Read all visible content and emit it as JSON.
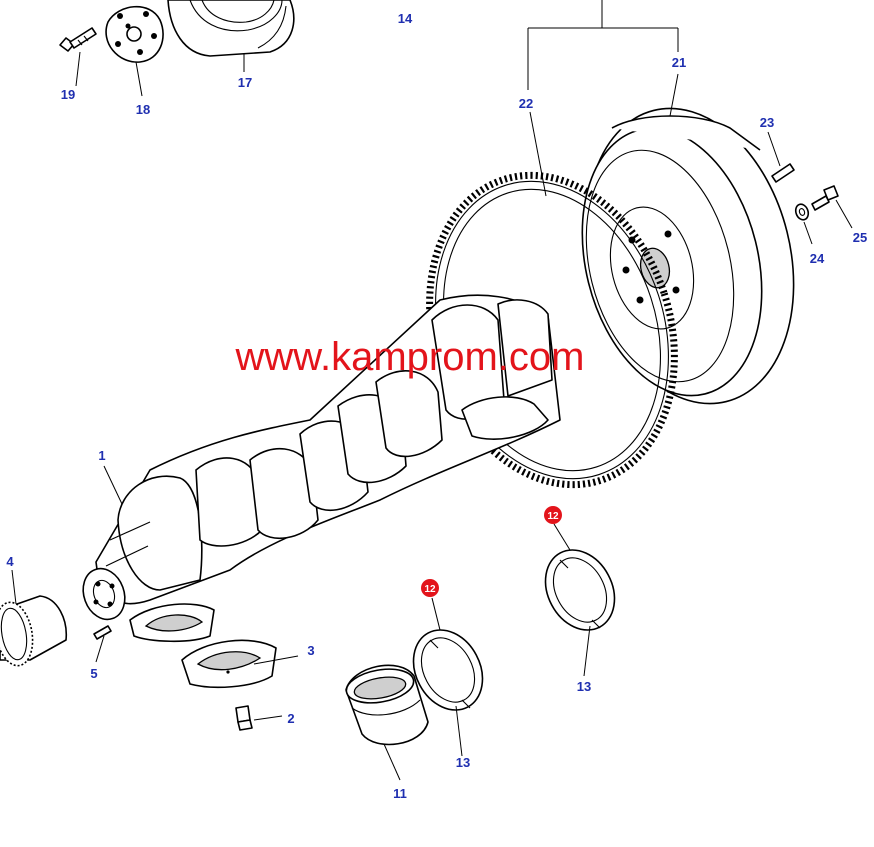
{
  "watermark": "www.kamprom.com",
  "colors": {
    "callout": "#1f2fb0",
    "watermark": "#e3141b",
    "badge": "#e3141b",
    "line": "#000000",
    "background": "#ffffff"
  },
  "callouts": {
    "c1": "1",
    "c2": "2",
    "c3": "3",
    "c4": "4",
    "c5": "5",
    "c11": "11",
    "c13a": "13",
    "c13b": "13",
    "c14": "14",
    "c17": "17",
    "c18": "18",
    "c19": "19",
    "c21": "21",
    "c22": "22",
    "c23": "23",
    "c24": "24",
    "c25": "25"
  },
  "badges": {
    "b1": "12",
    "b2": "12"
  }
}
